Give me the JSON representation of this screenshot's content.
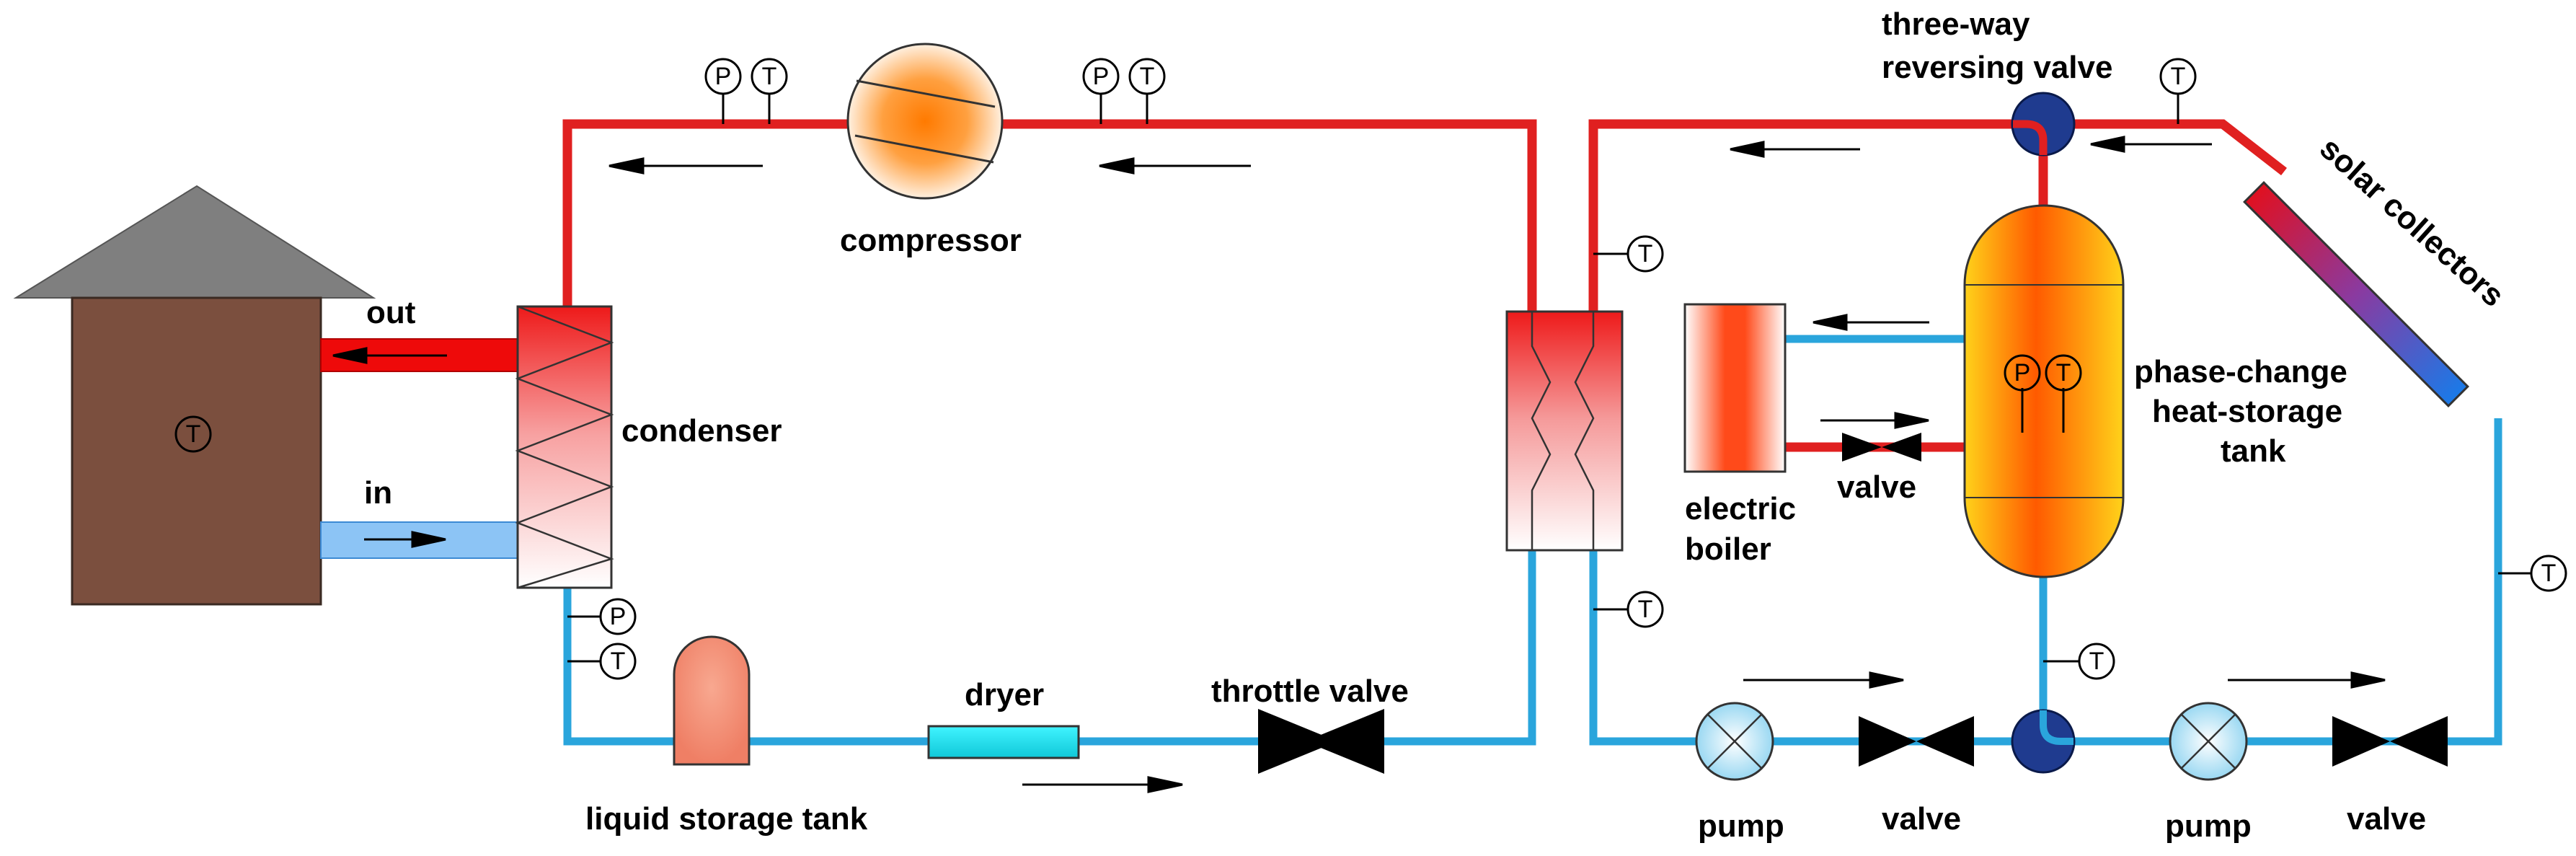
{
  "labels": {
    "compressor": "compressor",
    "condenser": "condenser",
    "out": "out",
    "in": "in",
    "liquid_storage_tank": "liquid storage tank",
    "dryer": "dryer",
    "throttle_valve": "throttle valve",
    "three_way_line1": "three-way",
    "three_way_line2": "reversing valve",
    "solar_collectors": "solar collectors",
    "pcm_line1": "phase-change",
    "pcm_line2": "heat-storage",
    "pcm_line3": "tank",
    "electric_boiler_line1": "electric",
    "electric_boiler_line2": "boiler",
    "boiler_valve": "valve",
    "pump_left": "pump",
    "valve_left": "valve",
    "pump_right": "pump",
    "valve_right": "valve"
  },
  "instruments": {
    "pressure": "P",
    "temperature": "T"
  },
  "colors": {
    "hot_pipe": "#e02020",
    "cold_pipe": "#2aa5dc",
    "house_body": "#7b4f3e",
    "roof": "#7f7f7f",
    "valve_dark": "#1f3b8f",
    "dryer": "#2fe8f0",
    "liquid_tank": "#f5947a"
  },
  "icons": [
    "pressure-gauge-icon",
    "temperature-sensor-icon",
    "valve-icon",
    "pump-icon",
    "flow-arrow-icon"
  ]
}
